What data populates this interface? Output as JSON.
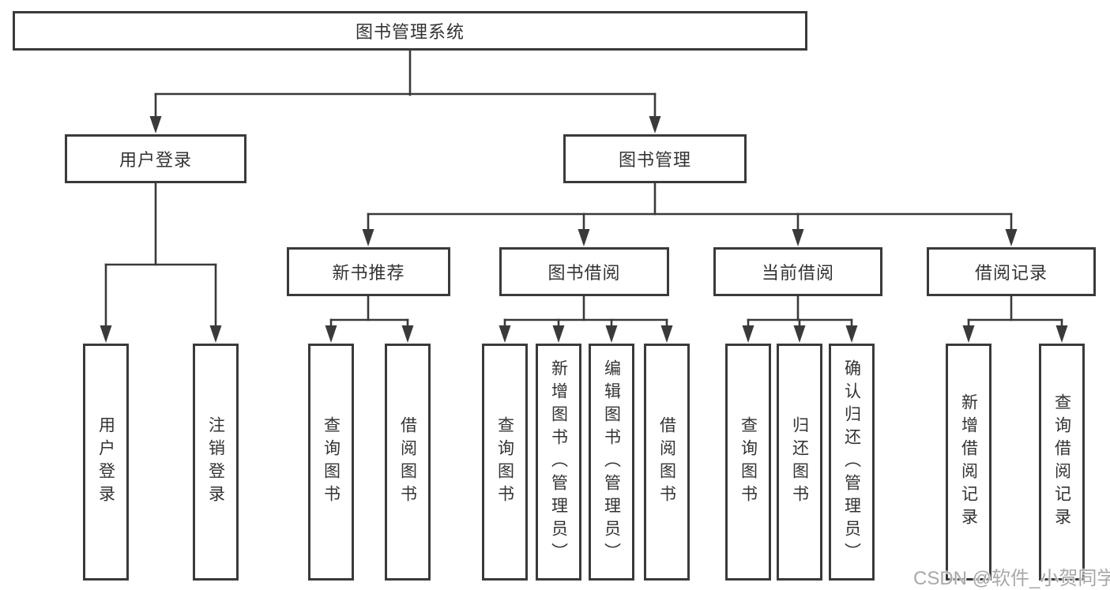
{
  "tree": {
    "label": "图书管理系统",
    "children": [
      {
        "label": "用户登录",
        "children": [
          {
            "label": "用户登录"
          },
          {
            "label": "注销登录"
          }
        ]
      },
      {
        "label": "图书管理",
        "children": [
          {
            "label": "新书推荐",
            "children": [
              {
                "label": "查询图书"
              },
              {
                "label": "借阅图书"
              }
            ]
          },
          {
            "label": "图书借阅",
            "children": [
              {
                "label": "查询图书"
              },
              {
                "label": "新增图书（管理员）"
              },
              {
                "label": "编辑图书（管理员）"
              },
              {
                "label": "借阅图书"
              }
            ]
          },
          {
            "label": "当前借阅",
            "children": [
              {
                "label": "查询图书"
              },
              {
                "label": "归还图书"
              },
              {
                "label": "确认归还（管理员）"
              }
            ]
          },
          {
            "label": "借阅记录",
            "children": [
              {
                "label": "新增借阅记录"
              },
              {
                "label": "查询借阅记录"
              }
            ]
          }
        ]
      }
    ]
  },
  "watermark": "CSDN @软件_小贺同学",
  "colors": {
    "line": "#3a3a3a",
    "text": "#333333",
    "box_background": "#ffffff",
    "watermark": "#a8a8a8",
    "background": "#ffffff"
  }
}
